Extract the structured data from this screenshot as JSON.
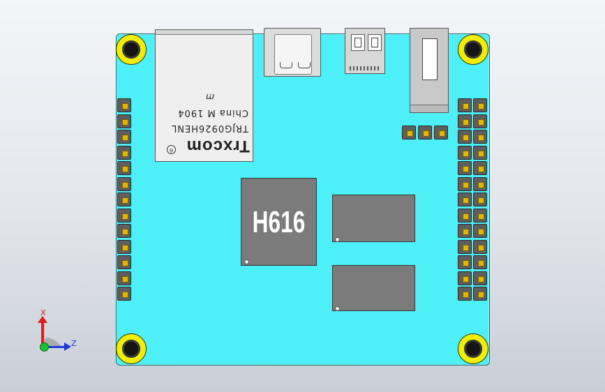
{
  "viewer": {
    "board": {
      "color": "#4ef0f8",
      "hole_color": "#f2ee00"
    },
    "ethernet_jack": {
      "brand": "Trxcom",
      "reg_mark": "®",
      "model": "TRJG0926HENL",
      "origin_line": "China  M  1904",
      "cert_mark": "ꭑ"
    },
    "soc": {
      "label": "H616",
      "color": "#7b7b7b"
    },
    "triad": {
      "x_label": "X",
      "z_label": "Z",
      "x_color": "#e01b1b",
      "z_color": "#1b3ad8",
      "origin_color": "#19c22b"
    }
  }
}
